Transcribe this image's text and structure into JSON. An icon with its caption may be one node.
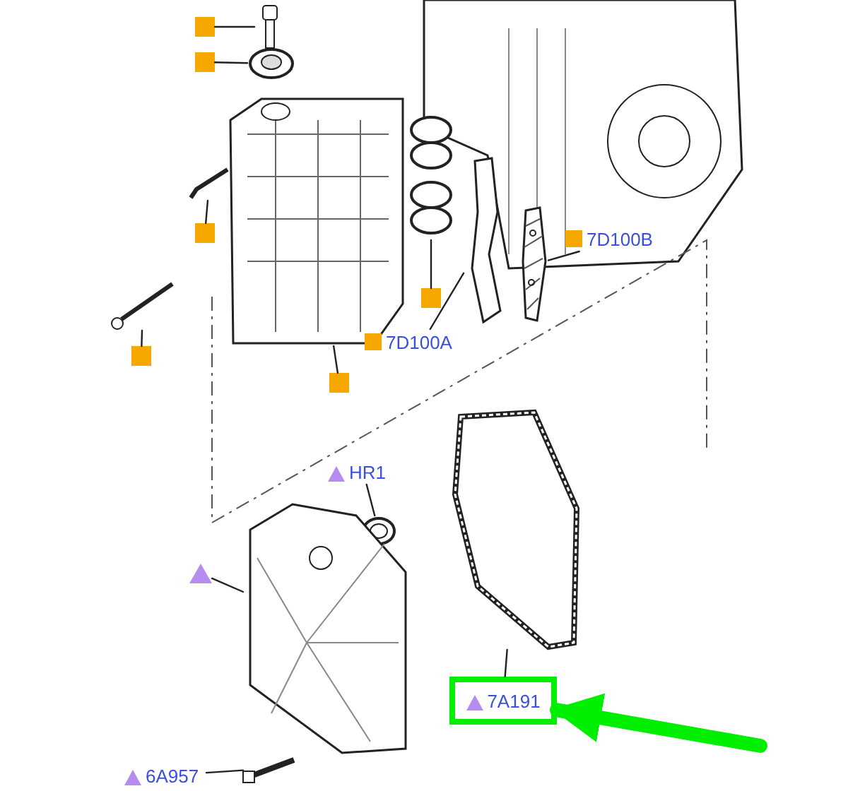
{
  "diagram": {
    "nodes": [
      {
        "text": [],
        "shape": "box"
      },
      {
        "text": [],
        "shape": "picture"
      },
      {
        "text": [],
        "shape": "box"
      },
      {
        "text": [],
        "shape": "picture"
      },
      {
        "text": [],
        "shape": "box"
      },
      {
        "text": [],
        "shape": "picture"
      },
      {
        "text": [],
        "shape": "box"
      },
      {
        "text": [],
        "shape": "picture"
      },
      {
        "text": [],
        "shape": "box"
      },
      {
        "text": [],
        "shape": "picture"
      },
      {
        "text": [],
        "shape": "box"
      },
      {
        "text": [],
        "shape": "picture"
      },
      {
        "text": [
          "7D100A"
        ]
      },
      {
        "text": [],
        "shape": "picture"
      },
      {
        "text": [
          "7D100B"
        ]
      },
      {
        "text": [],
        "shape": "picture"
      },
      {
        "text": [
          "HR1"
        ]
      },
      {
        "text": [],
        "shape": "picture"
      },
      {
        "text": [],
        "shape": "triangle"
      },
      {
        "text": [],
        "shape": "picture"
      },
      {
        "text": [
          "7A191"
        ]
      },
      {
        "text": [],
        "shape": "picture"
      },
      {
        "text": [
          "6A957"
        ]
      },
      {
        "text": [],
        "shape": "picture"
      }
    ],
    "edges": [
      {
        "from": 0,
        "to": 1,
        "arrow": "none"
      },
      {
        "from": 2,
        "to": 3,
        "arrow": "none"
      },
      {
        "from": 4,
        "to": 5,
        "arrow": "none"
      },
      {
        "from": 6,
        "to": 7,
        "arrow": "none"
      },
      {
        "from": 8,
        "to": 9,
        "arrow": "none"
      },
      {
        "from": 10,
        "to": 11,
        "arrow": "none"
      },
      {
        "from": 12,
        "to": 13,
        "arrow": "none"
      },
      {
        "from": 14,
        "to": 15,
        "arrow": "none"
      },
      {
        "from": 16,
        "to": 17,
        "arrow": "none"
      },
      {
        "from": 18,
        "to": 19,
        "arrow": "none"
      },
      {
        "from": 20,
        "to": 21,
        "arrow": "none"
      },
      {
        "from": 22,
        "to": 23,
        "arrow": "none"
      },
      {
        "from": null,
        "to": 20,
        "arrow": "to",
        "style": "thick",
        "color": "#00ee00"
      }
    ]
  }
}
